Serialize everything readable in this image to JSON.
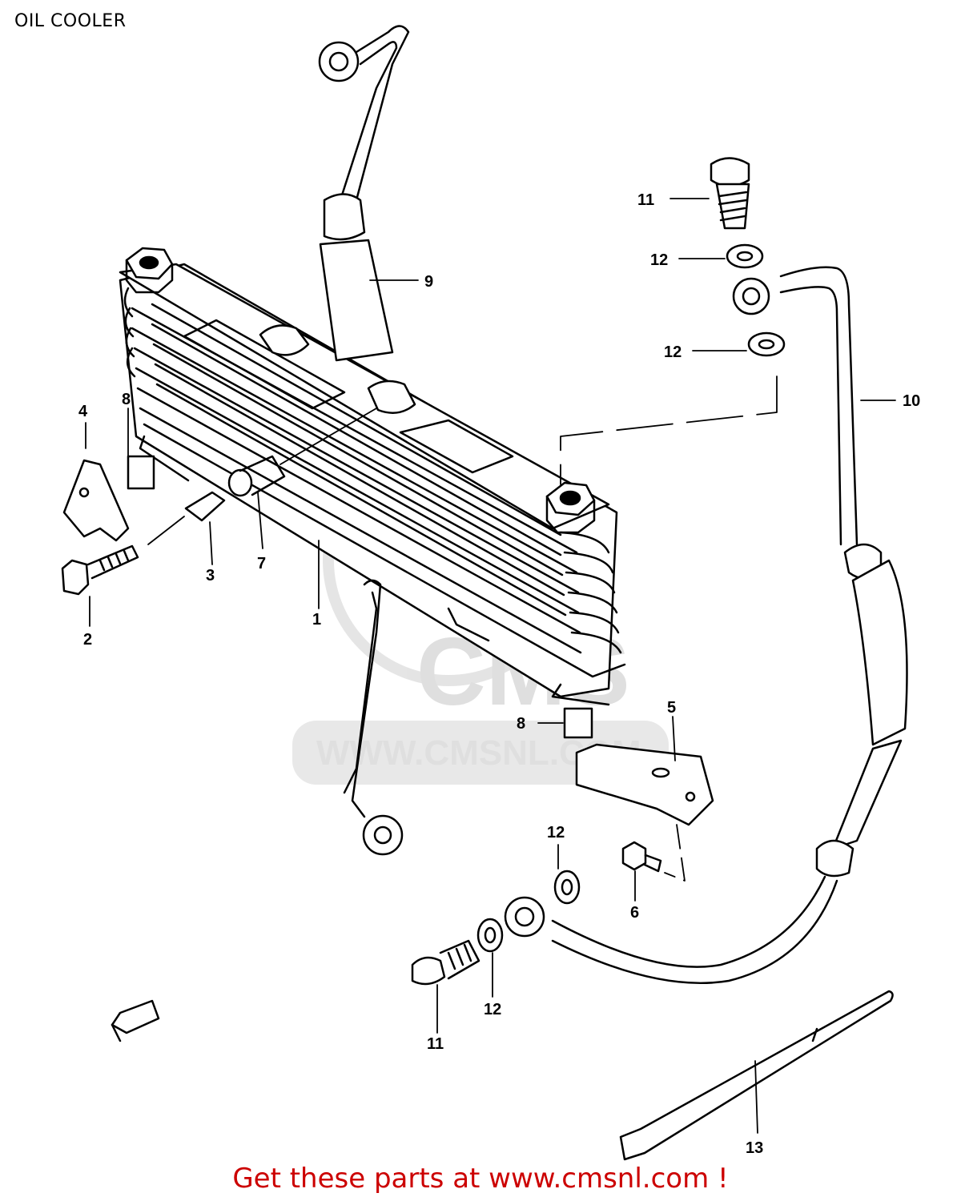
{
  "title": "OIL COOLER",
  "footer": {
    "text": "Get these parts at www.cmsnl.com !",
    "color": "#cc0000"
  },
  "watermark": {
    "logo": "CMS",
    "url": "WWW.CMSNL.COM"
  },
  "callouts": [
    "1",
    "2",
    "3",
    "4",
    "5",
    "6",
    "7",
    "8",
    "8",
    "9",
    "10",
    "11",
    "11",
    "12",
    "12",
    "12",
    "12",
    "13"
  ],
  "colors": {
    "line": "#000000",
    "watermark": "#dcdcdc"
  }
}
